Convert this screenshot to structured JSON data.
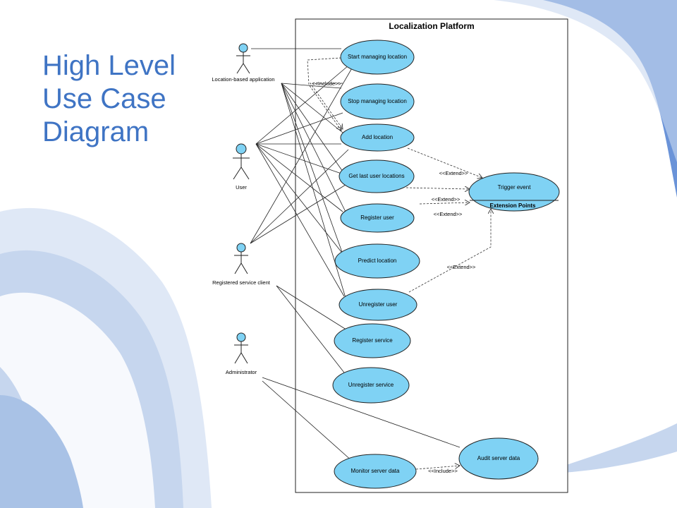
{
  "slide": {
    "title_lines": [
      "High Level",
      "Use Case",
      "Diagram"
    ]
  },
  "colors": {
    "title": "#3f74c4",
    "use_case_fill": "#7fd2f4",
    "swoosh": "#6a93d8"
  },
  "diagram": {
    "system_name": "Localization Platform",
    "actors": {
      "location_app": "Location-based application",
      "user": "User",
      "service_client": "Registered service client",
      "administrator": "Administrator"
    },
    "use_cases": {
      "start_managing": "Start managing location",
      "stop_managing": "Stop managing location",
      "add_location": "Add location",
      "get_last": "Get last user locations",
      "register_user": "Register user",
      "predict_location": "Predict location",
      "unregister_user": "Unregister user",
      "register_service": "Register service",
      "unregister_service": "Unregister service",
      "monitor_server": "Monitor server data",
      "audit_server": "Audit server data",
      "trigger_event": "Trigger event",
      "extension_points": "Extension Points"
    },
    "relations": {
      "include_top": "<<Include>>",
      "include_bottom": "<<Include>>",
      "extend_1": "<<Extend>>",
      "extend_2": "<<Extend>>",
      "extend_3": "<<Extend>>",
      "extend_4": "<<Extend>>"
    }
  }
}
